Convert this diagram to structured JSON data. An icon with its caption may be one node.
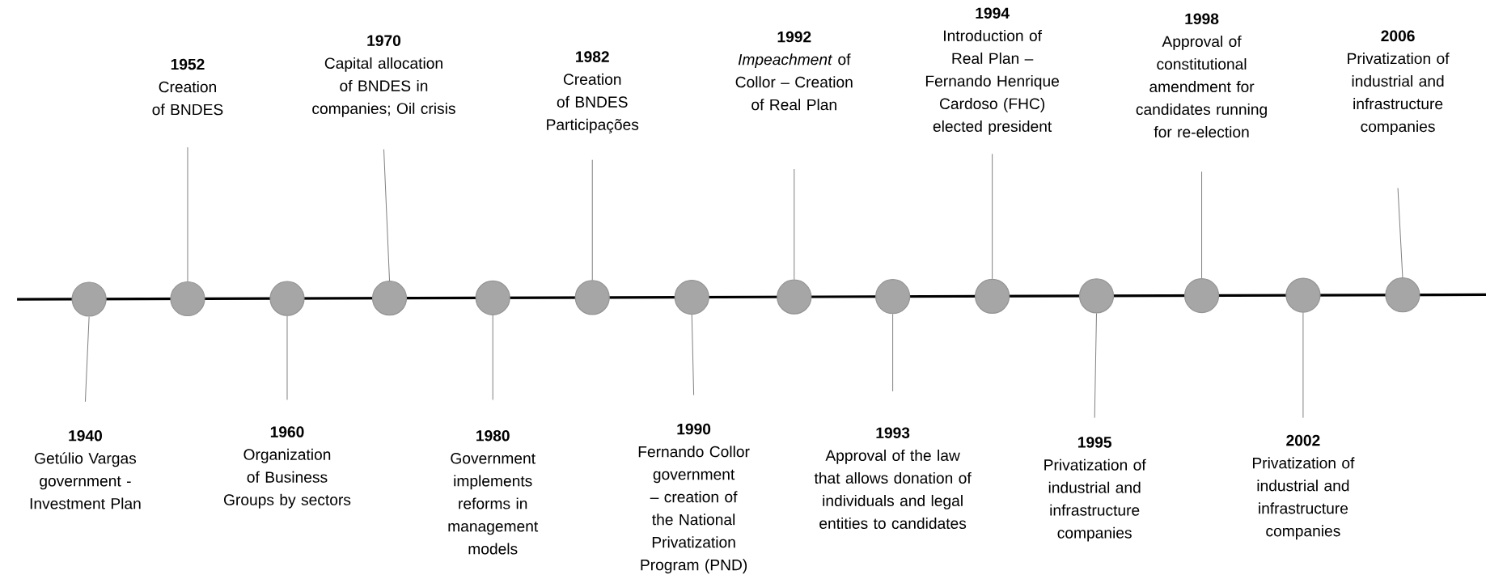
{
  "diagram": {
    "nodes": [
      {
        "text": [
          "1940",
          "Getúlio Vargas government - Investment Plan"
        ]
      },
      {
        "text": [
          "1952",
          "Creation of BNDES"
        ]
      },
      {
        "text": [
          "1960",
          "Organization of Business Groups by sectors"
        ]
      },
      {
        "text": [
          "1970",
          "Capital allocation of BNDES in companies; Oil crisis"
        ]
      },
      {
        "text": [
          "1980",
          "Government implements reforms in management models"
        ]
      },
      {
        "text": [
          "1982",
          "Creation of BNDES Participações"
        ]
      },
      {
        "text": [
          "1990",
          "Fernando Collor government – creation of the National Privatization Program (PND)"
        ]
      },
      {
        "text": [
          "1992",
          "*Impeachment* of Collor – Creation of Real Plan"
        ]
      },
      {
        "text": [
          "1993",
          "Approval of the law that allows donation of individuals and legal entities to candidates"
        ]
      },
      {
        "text": [
          "1994",
          "Introduction of Real Plan – Fernando Henrique Cardoso (FHC) elected president"
        ]
      },
      {
        "text": [
          "1995",
          "Privatization of industrial and infrastructure companies"
        ]
      },
      {
        "text": [
          "1998",
          "Approval of constitutional amendment for candidates running for re-election"
        ]
      },
      {
        "text": [
          "2002",
          "Privatization of industrial and infrastructure companies"
        ]
      },
      {
        "text": [
          "2006",
          "Privatization of industrial and infrastructure companies"
        ]
      },
      {
        "text": [],
        "shape": "circle"
      },
      {
        "text": [],
        "shape": "circle"
      },
      {
        "text": [],
        "shape": "circle"
      },
      {
        "text": [],
        "shape": "circle"
      },
      {
        "text": [],
        "shape": "circle"
      },
      {
        "text": [],
        "shape": "circle"
      },
      {
        "text": [],
        "shape": "circle"
      },
      {
        "text": [],
        "shape": "circle"
      },
      {
        "text": [],
        "shape": "circle"
      },
      {
        "text": [],
        "shape": "circle"
      },
      {
        "text": [],
        "shape": "circle"
      },
      {
        "text": [],
        "shape": "circle"
      },
      {
        "text": [],
        "shape": "circle"
      },
      {
        "text": [],
        "shape": "circle"
      }
    ],
    "edges": [
      {
        "from": 0,
        "to": 14,
        "arrow": "none"
      },
      {
        "from": 1,
        "to": 15,
        "arrow": "none"
      },
      {
        "from": 2,
        "to": 16,
        "arrow": "none"
      },
      {
        "from": 3,
        "to": 17,
        "arrow": "none"
      },
      {
        "from": 4,
        "to": 18,
        "arrow": "none"
      },
      {
        "from": 5,
        "to": 19,
        "arrow": "none"
      },
      {
        "from": 6,
        "to": 20,
        "arrow": "none"
      },
      {
        "from": 7,
        "to": 21,
        "arrow": "none"
      },
      {
        "from": 8,
        "to": 22,
        "arrow": "none"
      },
      {
        "from": 9,
        "to": 23,
        "arrow": "none"
      },
      {
        "from": 10,
        "to": 24,
        "arrow": "none"
      },
      {
        "from": 11,
        "to": 25,
        "arrow": "none"
      },
      {
        "from": 12,
        "to": 26,
        "arrow": "none"
      },
      {
        "from": 13,
        "to": 27,
        "arrow": "none"
      }
    ]
  }
}
